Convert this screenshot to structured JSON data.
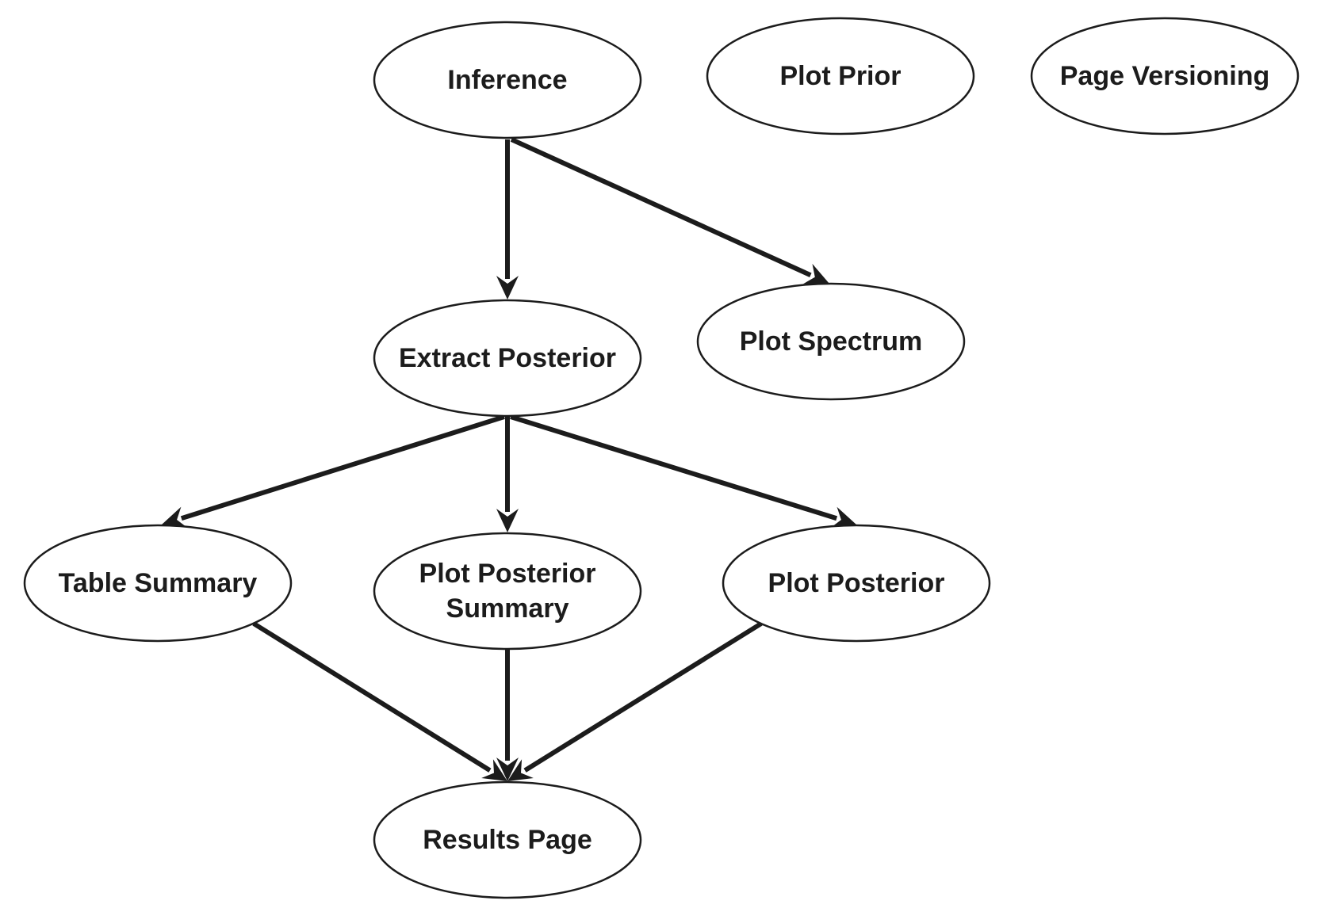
{
  "diagram": {
    "nodes": [
      {
        "id": "inference",
        "lines": [
          "Inference"
        ]
      },
      {
        "id": "plot_prior",
        "lines": [
          "Plot Prior"
        ]
      },
      {
        "id": "page_versioning",
        "lines": [
          "Page Versioning"
        ]
      },
      {
        "id": "extract_posterior",
        "lines": [
          "Extract Posterior"
        ]
      },
      {
        "id": "plot_spectrum",
        "lines": [
          "Plot Spectrum"
        ]
      },
      {
        "id": "table_summary",
        "lines": [
          "Table Summary"
        ]
      },
      {
        "id": "plot_posterior_summary",
        "lines": [
          "Plot Posterior",
          "Summary"
        ]
      },
      {
        "id": "plot_posterior",
        "lines": [
          "Plot Posterior"
        ]
      },
      {
        "id": "results_page",
        "lines": [
          "Results Page"
        ]
      }
    ],
    "edges": [
      {
        "from": "inference",
        "to": "extract_posterior"
      },
      {
        "from": "inference",
        "to": "plot_spectrum"
      },
      {
        "from": "extract_posterior",
        "to": "table_summary"
      },
      {
        "from": "extract_posterior",
        "to": "plot_posterior_summary"
      },
      {
        "from": "extract_posterior",
        "to": "plot_posterior"
      },
      {
        "from": "table_summary",
        "to": "results_page"
      },
      {
        "from": "plot_posterior_summary",
        "to": "results_page"
      },
      {
        "from": "plot_posterior",
        "to": "results_page"
      }
    ]
  }
}
